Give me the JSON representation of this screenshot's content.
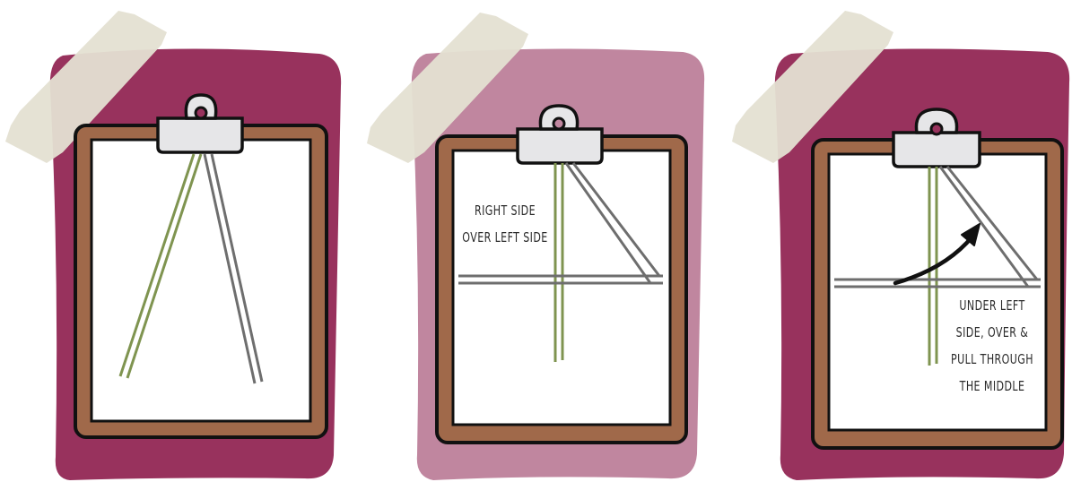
{
  "colors": {
    "board_dark": "#98325d",
    "board_light": "#c0869f",
    "clipboard_frame": "#a0694a",
    "outline": "#111111",
    "paper": "#ffffff",
    "clip": "#e6e6e8",
    "tape": "#e4e0d2",
    "strand_green": "#7f9450",
    "strand_gray": "#6e6e6e"
  },
  "panels": [
    {
      "step": 1,
      "background": "dark",
      "caption_lines": []
    },
    {
      "step": 2,
      "background": "light",
      "caption_lines": [
        "RIGHT SIDE",
        "OVER LEFT SIDE"
      ]
    },
    {
      "step": 3,
      "background": "dark",
      "caption_lines": [
        "UNDER LEFT",
        "SIDE, OVER &",
        "PULL THROUGH",
        "THE MIDDLE"
      ]
    }
  ]
}
